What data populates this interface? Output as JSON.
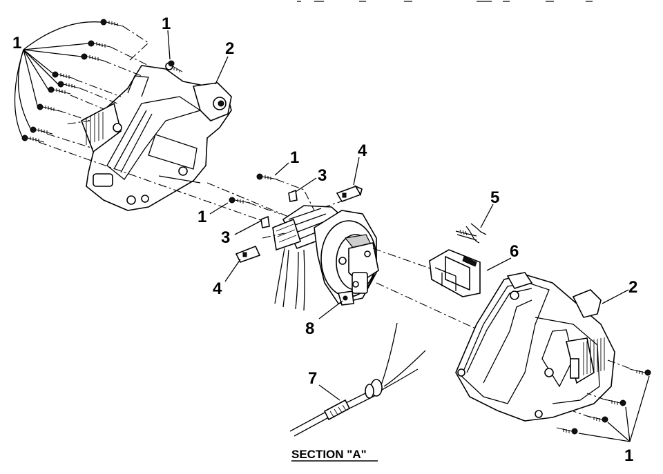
{
  "callouts": {
    "screws_left_group": "1",
    "screw_top": "1",
    "housing_left": "2",
    "screw_center_upper": "1",
    "bracket_upper": "3",
    "brush_upper": "4",
    "screw_center_lower": "1",
    "bracket_lower": "3",
    "brush_lower": "4",
    "spring": "5",
    "switch": "6",
    "cord": "7",
    "field_armature": "8",
    "housing_right": "2",
    "screws_right_group": "1"
  },
  "caption": "SECTION \"A\""
}
